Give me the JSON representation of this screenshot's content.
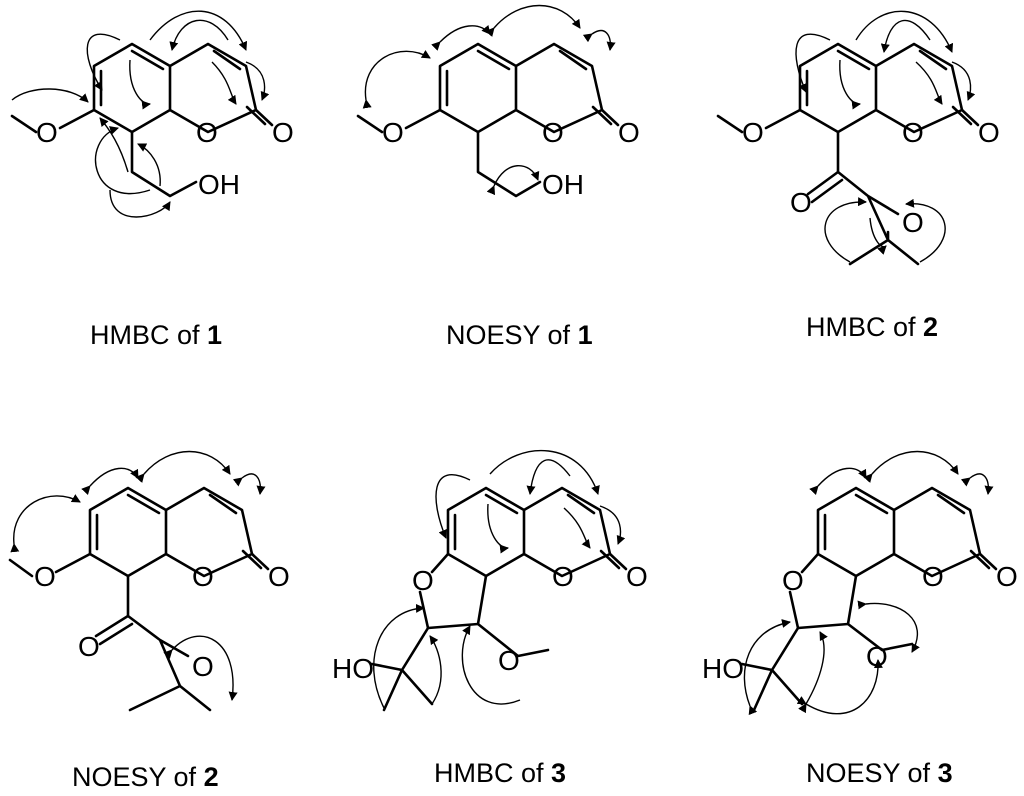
{
  "atoms": {
    "oxygen": "O",
    "hydroxyl": "OH",
    "hydroxyl_left": "HO"
  },
  "panels": [
    {
      "id": "hmbc-1",
      "caption_text": "HMBC of ",
      "compound": "1"
    },
    {
      "id": "noesy-1",
      "caption_text": "NOESY of ",
      "compound": "1"
    },
    {
      "id": "hmbc-2",
      "caption_text": "HMBC of ",
      "compound": "2"
    },
    {
      "id": "noesy-2",
      "caption_text": "NOESY of ",
      "compound": "2"
    },
    {
      "id": "hmbc-3",
      "caption_text": "HMBC of ",
      "compound": "3"
    },
    {
      "id": "noesy-3",
      "caption_text": "NOESY of ",
      "compound": "3"
    }
  ]
}
